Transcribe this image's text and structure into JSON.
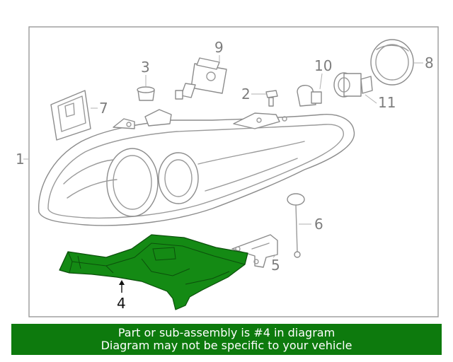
{
  "callouts": {
    "n1": "1",
    "n2": "2",
    "n3": "3",
    "n4": "4",
    "n5": "5",
    "n6": "6",
    "n7": "7",
    "n8": "8",
    "n9": "9",
    "n10": "10",
    "n11": "11"
  },
  "highlighted_part": "4",
  "colors": {
    "highlight": "#148a14",
    "banner": "#0d7a0d",
    "line": "#9a9a9a"
  },
  "banner": {
    "line1": "Part or sub-assembly is #4 in diagram",
    "line2": "Diagram may not be specific to your vehicle"
  }
}
